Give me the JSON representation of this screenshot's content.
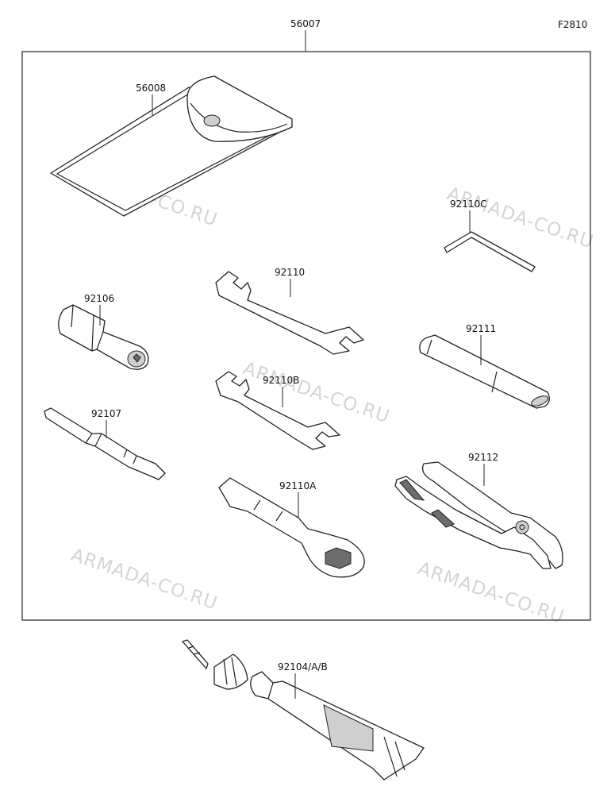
{
  "figure_code": "F2810",
  "watermark_text": "ARMADA-CO.RU",
  "group": {
    "part_no": "56007"
  },
  "parts": {
    "case": "56008",
    "hex_key": "92110C",
    "spanner_large": "92110",
    "box_driver": "92106",
    "tube_spanner": "92111",
    "spanner_small": "92110B",
    "screwdriver": "92107",
    "pliers": "92112",
    "box_wrench": "92110A",
    "grease_tube": "92104/A/B"
  },
  "colors": {
    "line": "#222222",
    "watermark": "#d4d4d4",
    "background": "#ffffff"
  }
}
